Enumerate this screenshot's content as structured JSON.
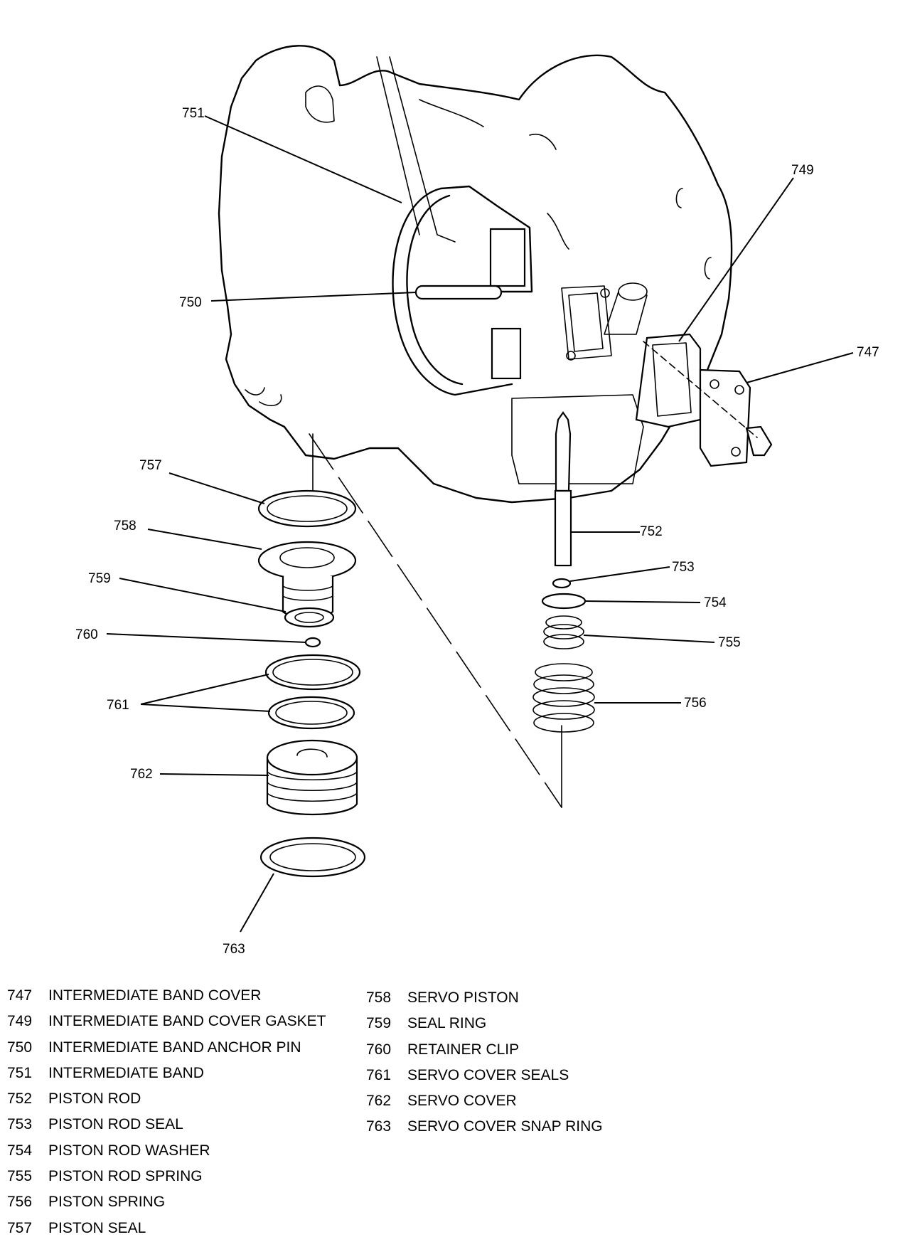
{
  "callouts": {
    "c747": "747",
    "c749": "749",
    "c750": "750",
    "c751": "751",
    "c752": "752",
    "c753": "753",
    "c754": "754",
    "c755": "755",
    "c756": "756",
    "c757": "757",
    "c758": "758",
    "c759": "759",
    "c760": "760",
    "c761": "761",
    "c762": "762",
    "c763": "763"
  },
  "legend": {
    "left": [
      {
        "num": "747",
        "label": "INTERMEDIATE BAND COVER"
      },
      {
        "num": "749",
        "label": "INTERMEDIATE BAND COVER GASKET"
      },
      {
        "num": "750",
        "label": "INTERMEDIATE BAND ANCHOR PIN"
      },
      {
        "num": "751",
        "label": "INTERMEDIATE BAND"
      },
      {
        "num": "752",
        "label": "PISTON ROD"
      },
      {
        "num": "753",
        "label": "PISTON ROD SEAL"
      },
      {
        "num": "754",
        "label": "PISTON ROD WASHER"
      },
      {
        "num": "755",
        "label": "PISTON ROD SPRING"
      },
      {
        "num": "756",
        "label": "PISTON SPRING"
      },
      {
        "num": "757",
        "label": "PISTON SEAL"
      }
    ],
    "right": [
      {
        "num": "758",
        "label": "SERVO PISTON"
      },
      {
        "num": "759",
        "label": "SEAL RING"
      },
      {
        "num": "760",
        "label": "RETAINER CLIP"
      },
      {
        "num": "761",
        "label": "SERVO COVER SEALS"
      },
      {
        "num": "762",
        "label": "SERVO COVER"
      },
      {
        "num": "763",
        "label": "SERVO COVER SNAP RING"
      }
    ]
  }
}
